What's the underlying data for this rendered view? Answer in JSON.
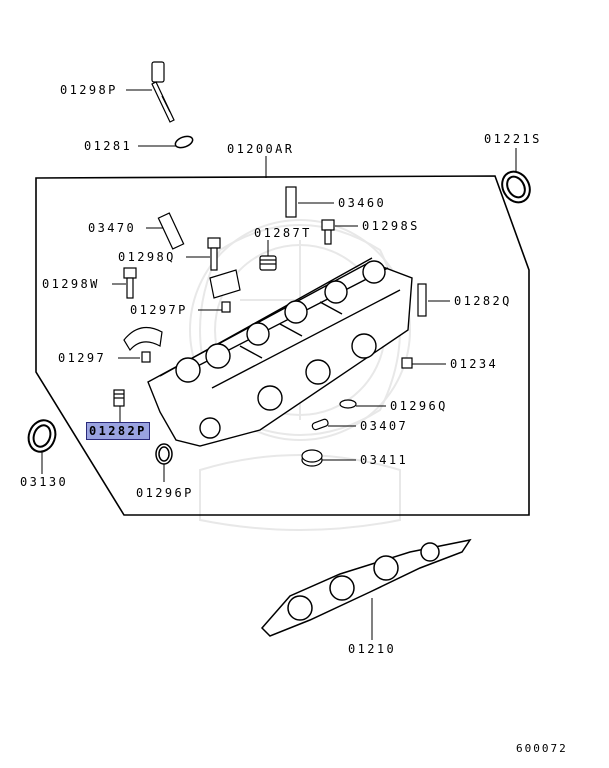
{
  "diagram_code": "600072",
  "highlighted_part": "01282P",
  "parts": {
    "p01298P": "01298P",
    "p01281": "01281",
    "p01200AR": "01200AR",
    "p01221S": "01221S",
    "p03460": "03460",
    "p03470": "03470",
    "p01298S": "01298S",
    "p01287T": "01287T",
    "p01298Q": "01298Q",
    "p01298W": "01298W",
    "p01282Q": "01282Q",
    "p01297P": "01297P",
    "p01297": "01297",
    "p01234": "01234",
    "p01296Q": "01296Q",
    "p01282P": "01282P",
    "p03407": "03407",
    "p03411": "03411",
    "p03130": "03130",
    "p01296P": "01296P",
    "p01210": "01210"
  },
  "colors": {
    "line": "#000000",
    "highlight": "#9aa3e0",
    "watermark": "#e6e6e6"
  }
}
